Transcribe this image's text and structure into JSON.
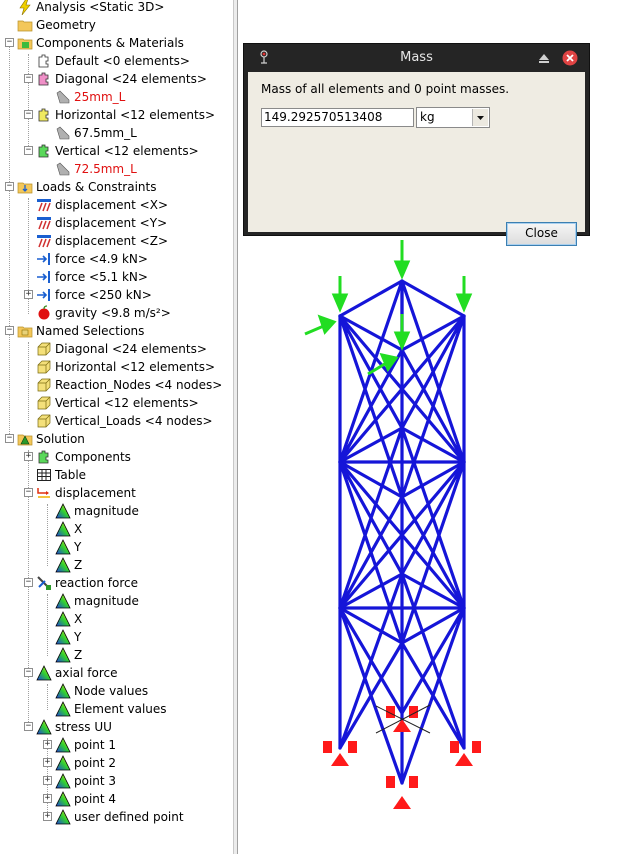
{
  "tree": {
    "analysis": "Analysis <Static 3D>",
    "geometry": "Geometry",
    "components_materials": "Components & Materials",
    "default": "Default <0 elements>",
    "diagonal": "Diagonal <24 elements>",
    "diagonal_mat": "25mm_L",
    "horizontal": "Horizontal <12 elements>",
    "horizontal_mat": "67.5mm_L",
    "vertical": "Vertical <12 elements>",
    "vertical_mat": "72.5mm_L",
    "loads": "Loads & Constraints",
    "disp_x": "displacement <X>",
    "disp_y": "displacement <Y>",
    "disp_z": "displacement <Z>",
    "force1": "force <4.9 kN>",
    "force2": "force <5.1 kN>",
    "force3": "force <250 kN>",
    "gravity": "gravity <9.8 m/s²>",
    "named_sel": "Named Selections",
    "ns_diagonal": "Diagonal <24 elements>",
    "ns_horizontal": "Horizontal <12 elements>",
    "ns_reaction": "Reaction_Nodes <4 nodes>",
    "ns_vertical": "Vertical <12 elements>",
    "ns_vloads": "Vertical_Loads <4 nodes>",
    "solution": "Solution",
    "components": "Components",
    "table": "Table",
    "displacement": "displacement",
    "magnitude": "magnitude",
    "x": "X",
    "y": "Y",
    "z": "Z",
    "reaction_force": "reaction force",
    "axial_force": "axial force",
    "node_values": "Node values",
    "element_values": "Element values",
    "stress_uu": "stress UU",
    "point1": "point 1",
    "point2": "point 2",
    "point3": "point 3",
    "point4": "point 4",
    "user_point": "user defined point"
  },
  "dialog": {
    "title": "Mass",
    "message": "Mass of all elements and 0 point masses.",
    "value": "149.292570513408",
    "unit": "kg",
    "close_label": "Close"
  },
  "colors": {
    "structure": "#1515d8",
    "load_arrow": "#22dd22",
    "support": "#ff1a1a",
    "dialog_title_bg": "#252525",
    "dialog_body_bg": "#efece3",
    "material_red": "#e01010"
  }
}
